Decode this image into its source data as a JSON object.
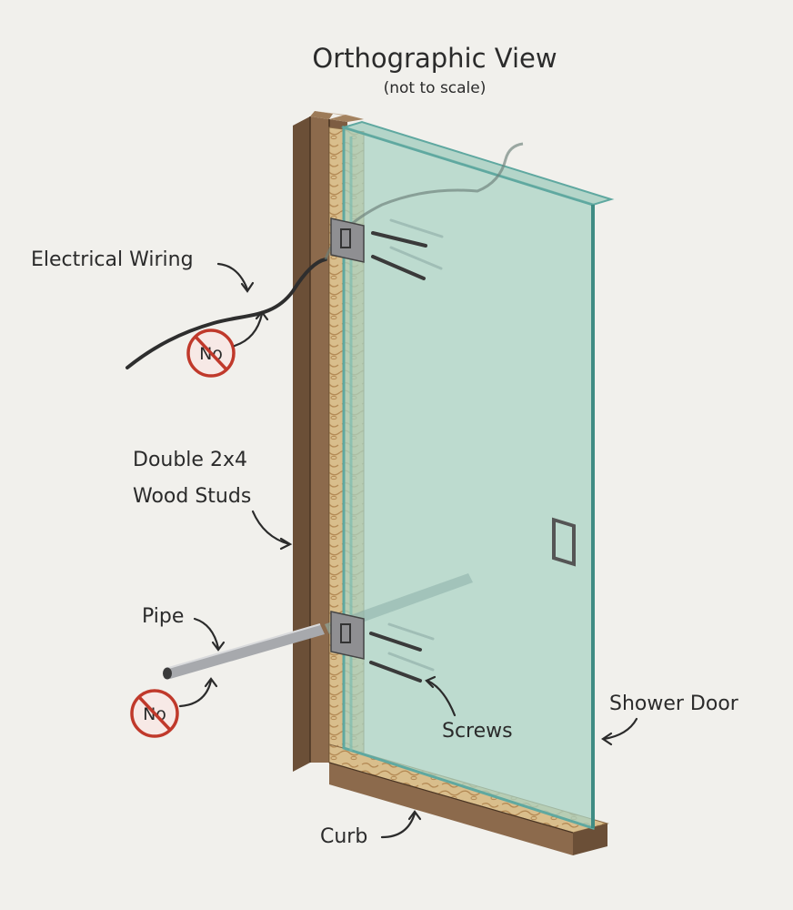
{
  "title": "Orthographic View",
  "subtitle": "(not to scale)",
  "labels": {
    "electrical_wiring": "Electrical Wiring",
    "studs_line1": "Double 2x4",
    "studs_line2": "Wood Studs",
    "pipe": "Pipe",
    "screws": "Screws",
    "shower_door": "Shower Door",
    "curb": "Curb"
  },
  "no_badge": "No",
  "colors": {
    "background": "#f1f0ec",
    "wood": "#8c6a4c",
    "wood_dark": "#6b4f37",
    "plywood": "#d9be8c",
    "glass": "#a9d3c4",
    "glass_edge": "#5fa8a0",
    "no_sign": "#c0392b",
    "text": "#2b2b2b"
  },
  "icons": [
    "no-sign-icon",
    "hinge-icon",
    "handle-icon",
    "screw-icon"
  ]
}
